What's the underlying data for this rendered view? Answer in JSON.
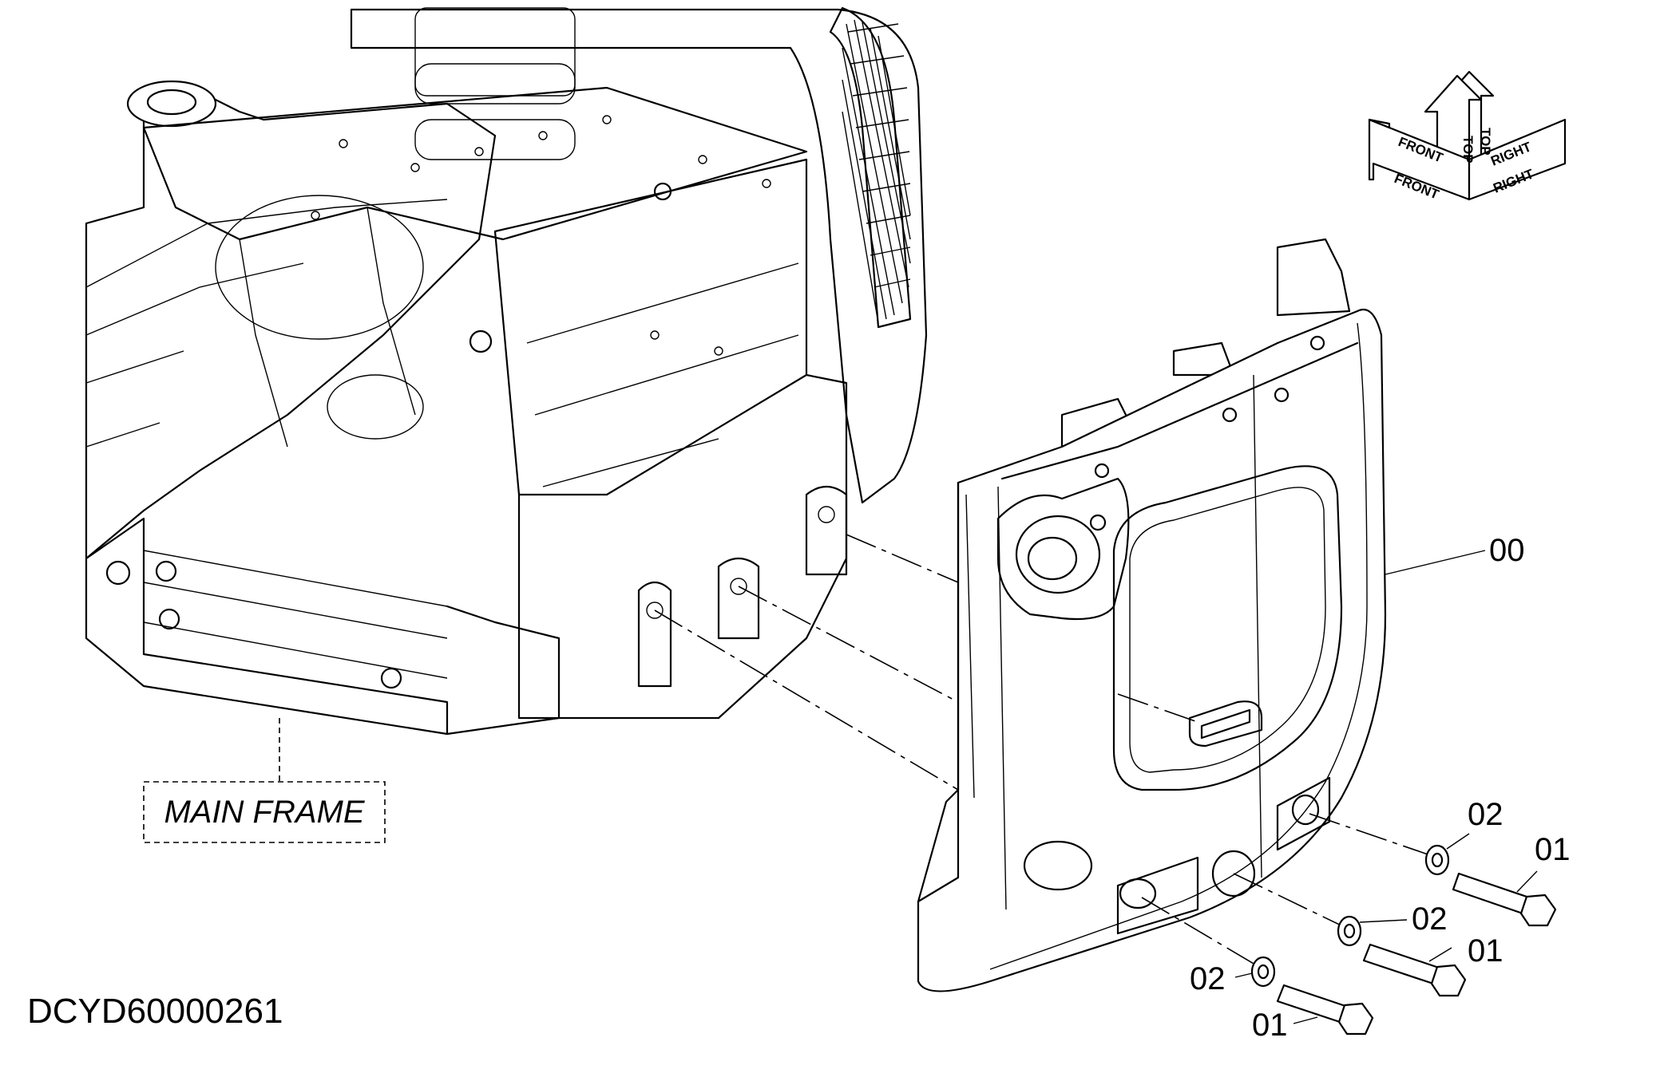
{
  "diagram_code": "DCYD60000261",
  "main_frame_label": "MAIN FRAME",
  "part_callouts": {
    "counterweight": "00",
    "bolt_1": "01",
    "bolt_2": "01",
    "bolt_3": "01",
    "washer_1": "02",
    "washer_2": "02",
    "washer_3": "02"
  },
  "orientation": {
    "top": "TOP",
    "front": "FRONT",
    "right": "RIGHT"
  },
  "icons": [
    "orientation-arrows-icon"
  ],
  "colors": {
    "line": "#000000",
    "background": "#ffffff"
  }
}
